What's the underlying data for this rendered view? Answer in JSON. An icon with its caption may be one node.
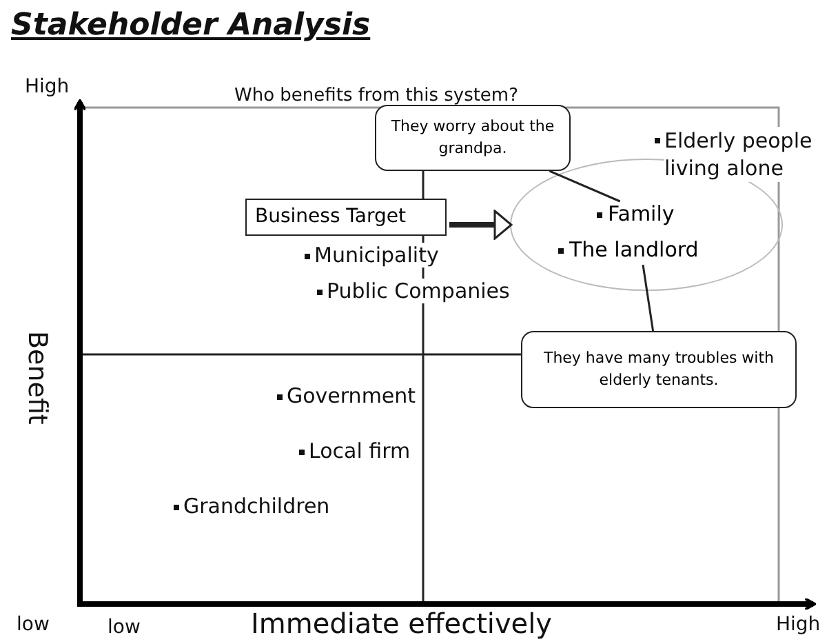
{
  "diagram": {
    "title": "Stakeholder Analysis",
    "nodes": [
      {
        "text": [
          "They worry about the grandpa."
        ]
      },
      {
        "text": [
          "Business Target"
        ]
      },
      {
        "text": [],
        "shape": "ellipse"
      },
      {
        "text": [
          "Family"
        ],
        "in": 2
      },
      {
        "text": [
          "The landlord"
        ],
        "in": 2
      },
      {
        "text": [
          "They have many troubles with elderly tenants."
        ]
      }
    ],
    "edges": [
      {
        "from": 0,
        "to": 3,
        "arrow": "none"
      },
      {
        "from": 1,
        "to": 2,
        "arrow": "to",
        "style": "thick"
      },
      {
        "from": 5,
        "to": 4,
        "arrow": "none"
      }
    ],
    "labels": [
      "Who benefits from this system?",
      "High",
      "Elderly people living alone",
      "Municipality",
      "Public Companies",
      "Benefit",
      "Government",
      "Local firm",
      "Grandchildren",
      "low",
      "low",
      "Immediate effectively",
      "High"
    ]
  }
}
